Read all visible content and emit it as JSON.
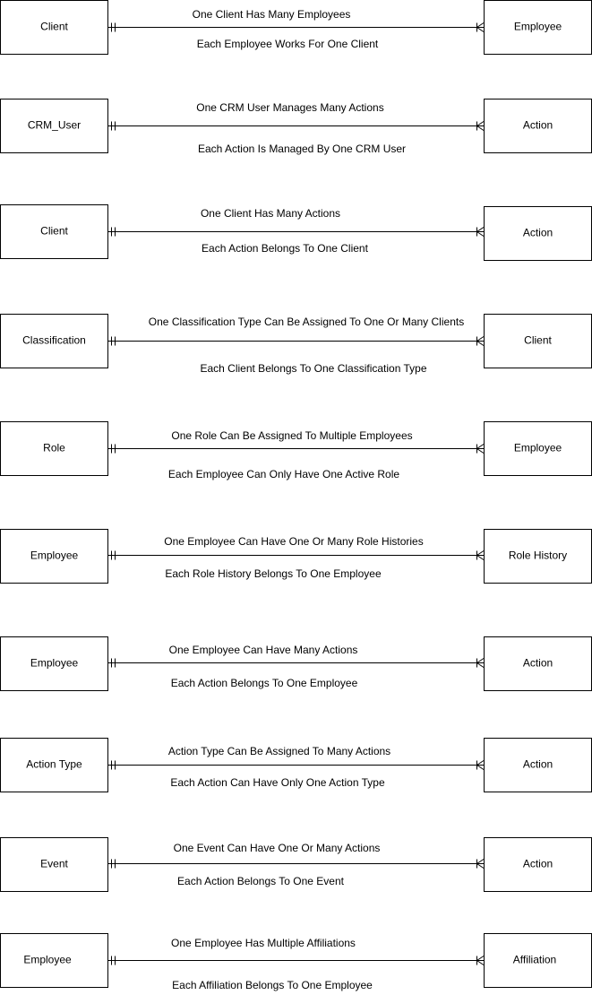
{
  "colors": {
    "stroke": "#000000",
    "background": "#ffffff"
  },
  "relationships": [
    {
      "left_entity": "Client",
      "right_entity": "Employee",
      "top_label": "One Client Has Many Employees",
      "bottom_label": "Each Employee Works For One Client",
      "left_end": "one-and-only-one",
      "right_end": "one-or-many"
    },
    {
      "left_entity": "CRM_User",
      "right_entity": "Action",
      "top_label": "One CRM User Manages Many Actions",
      "bottom_label": "Each Action Is Managed By One CRM User",
      "left_end": "one-and-only-one",
      "right_end": "one-or-many"
    },
    {
      "left_entity": "Client",
      "right_entity": "Action",
      "top_label": "One Client Has Many Actions",
      "bottom_label": "Each Action Belongs To One Client",
      "left_end": "one-and-only-one",
      "right_end": "one-or-many"
    },
    {
      "left_entity": "Classification",
      "right_entity": "Client",
      "top_label": "One Classification Type Can Be Assigned To One Or Many Clients",
      "bottom_label": "Each Client Belongs To One Classification Type",
      "left_end": "one-and-only-one",
      "right_end": "one-or-many"
    },
    {
      "left_entity": "Role",
      "right_entity": "Employee",
      "top_label": "One Role Can Be Assigned To Multiple Employees",
      "bottom_label": "Each Employee Can Only Have One Active Role",
      "left_end": "one-and-only-one",
      "right_end": "one-or-many"
    },
    {
      "left_entity": "Employee",
      "right_entity": "Role History",
      "top_label": "One Employee Can Have One Or Many Role Histories",
      "bottom_label": "Each Role History Belongs To One Employee",
      "left_end": "one-and-only-one",
      "right_end": "one-or-many"
    },
    {
      "left_entity": "Employee",
      "right_entity": "Action",
      "top_label": "One Employee Can Have Many Actions",
      "bottom_label": "Each Action Belongs To One Employee",
      "left_end": "one-and-only-one",
      "right_end": "one-or-many"
    },
    {
      "left_entity": "Action Type",
      "right_entity": "Action",
      "top_label": "Action Type Can Be Assigned To Many Actions",
      "bottom_label": "Each Action Can Have Only One Action Type",
      "left_end": "one-and-only-one",
      "right_end": "one-or-many"
    },
    {
      "left_entity": "Event",
      "right_entity": "Action",
      "top_label": "One Event Can Have One Or Many Actions",
      "bottom_label": "Each Action Belongs To One Event",
      "left_end": "one-and-only-one",
      "right_end": "one-or-many"
    },
    {
      "left_entity": "Employee",
      "right_entity": "Affiliation",
      "top_label": "One Employee Has Multiple Affiliations",
      "bottom_label": "Each Affiliation Belongs To One Employee",
      "left_end": "one-and-only-one",
      "right_end": "one-or-many"
    }
  ]
}
